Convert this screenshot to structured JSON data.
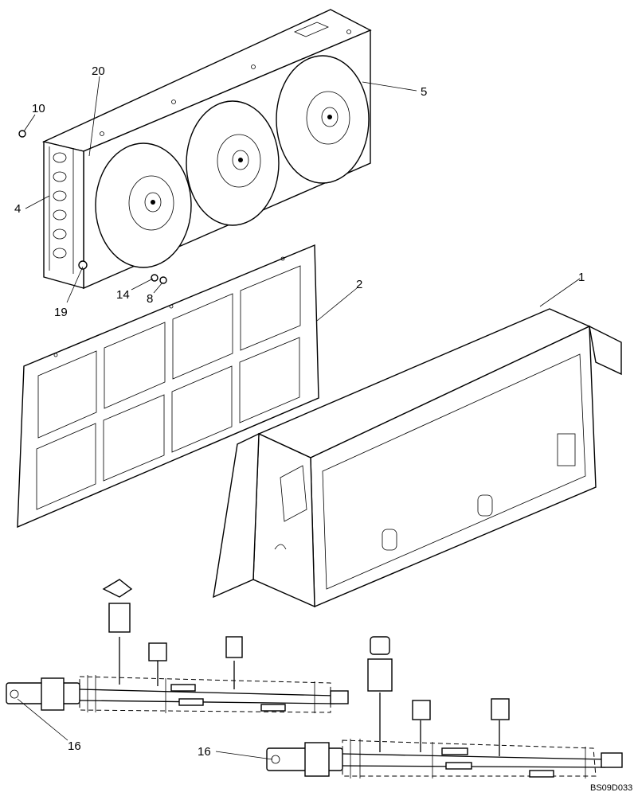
{
  "callouts": [
    {
      "id": "c1",
      "label": "1"
    },
    {
      "id": "c2",
      "label": "2"
    },
    {
      "id": "c4",
      "label": "4"
    },
    {
      "id": "c5",
      "label": "5"
    },
    {
      "id": "c8",
      "label": "8"
    },
    {
      "id": "c10",
      "label": "10"
    },
    {
      "id": "c14",
      "label": "14"
    },
    {
      "id": "c16a",
      "label": "16"
    },
    {
      "id": "c16b",
      "label": "16"
    },
    {
      "id": "c19",
      "label": "19"
    },
    {
      "id": "c20",
      "label": "20"
    }
  ],
  "drawing_code": "BS09D033"
}
